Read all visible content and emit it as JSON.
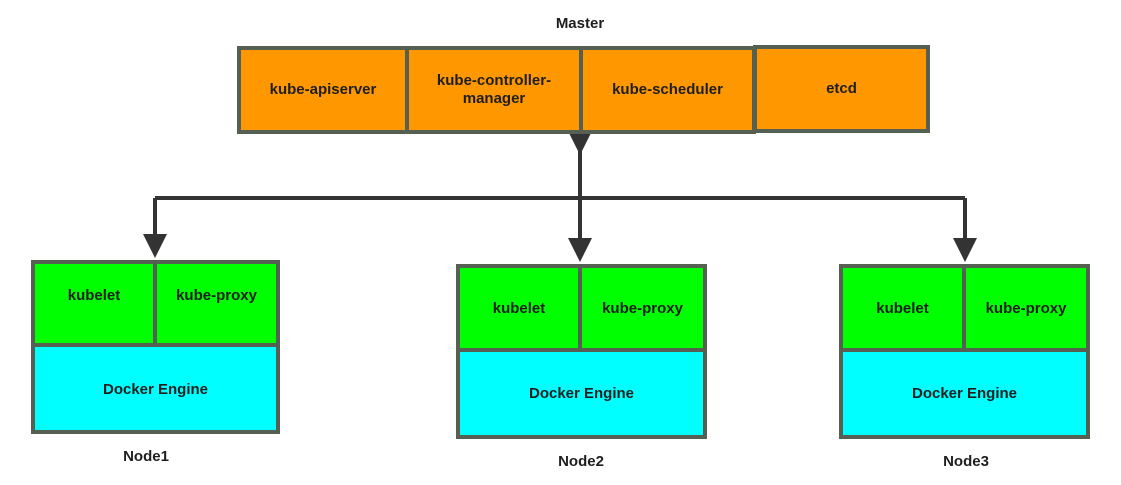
{
  "master": {
    "title": "Master",
    "components": [
      "kube-apiserver",
      "kube-controller-manager",
      "kube-scheduler",
      "etcd"
    ]
  },
  "nodes": [
    {
      "name": "Node1",
      "kubelet": "kubelet",
      "kube_proxy": "kube-proxy",
      "engine": "Docker Engine"
    },
    {
      "name": "Node2",
      "kubelet": "kubelet",
      "kube_proxy": "kube-proxy",
      "engine": "Docker Engine"
    },
    {
      "name": "Node3",
      "kubelet": "kubelet",
      "kube_proxy": "kube-proxy",
      "engine": "Docker Engine"
    }
  ],
  "colors": {
    "master_component": "#ff9800",
    "node_component": "#00ff00",
    "engine": "#00ffff",
    "border": "#556052",
    "connector": "#333333"
  }
}
